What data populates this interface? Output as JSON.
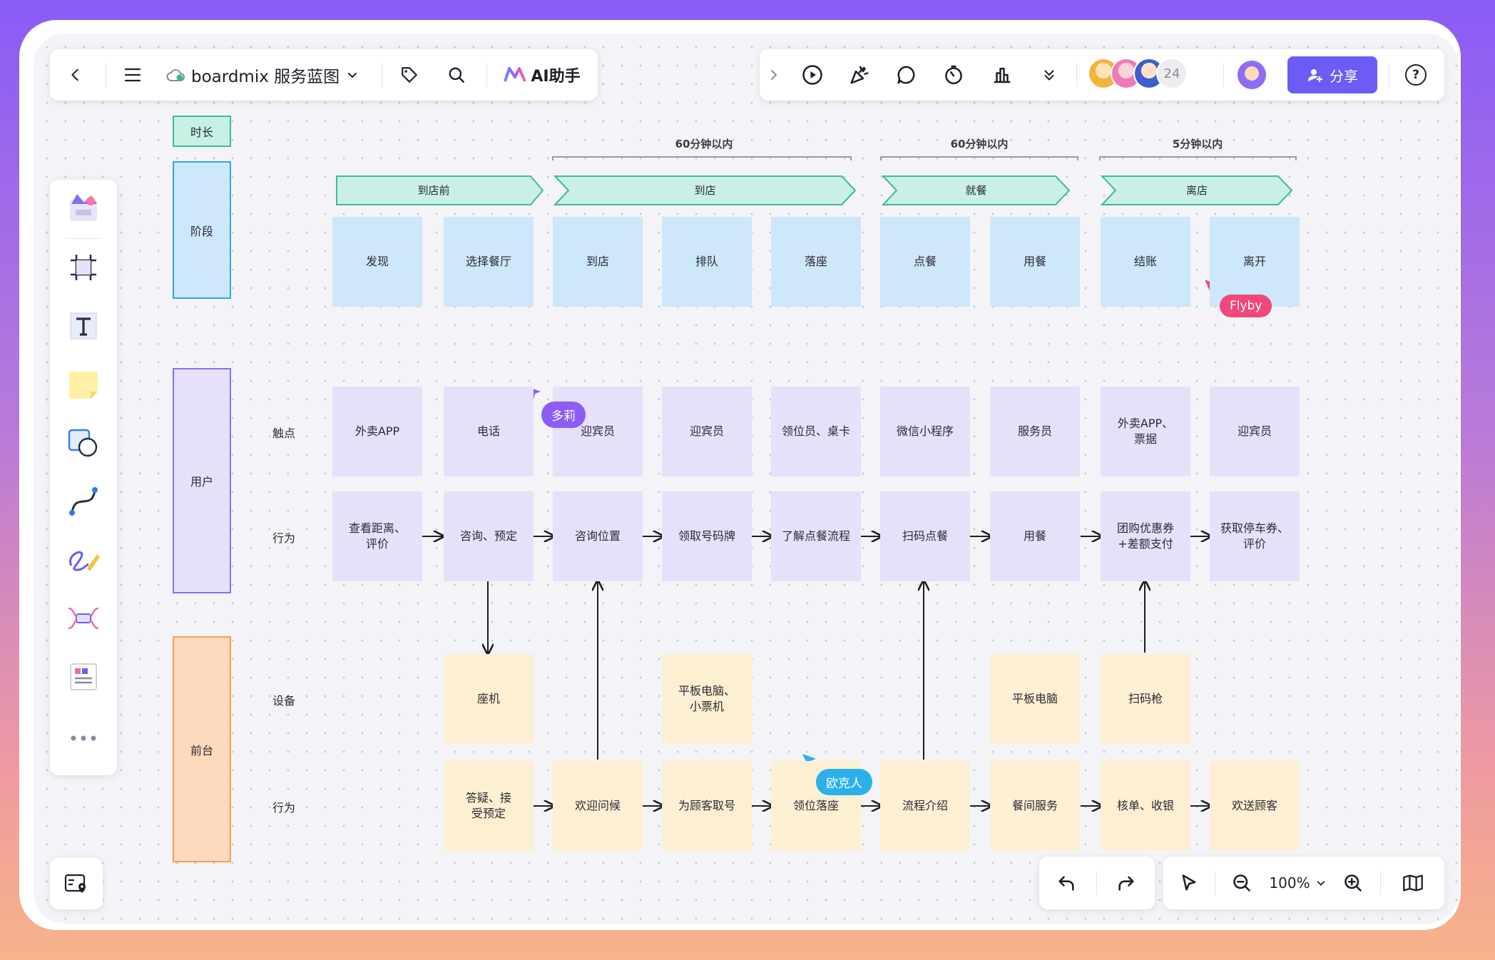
{
  "topbar": {
    "back_icon": "chevron-left-icon",
    "menu_icon": "hamburger-icon",
    "title": "boardmix 服务蓝图",
    "ai_label": "AI助手",
    "collaborator_count": "24",
    "share_label": "分享",
    "help_glyph": "?"
  },
  "lanes": {
    "duration": "时长",
    "stage": "阶段",
    "user": "用户",
    "front": "前台"
  },
  "row_labels": {
    "touchpoint": "触点",
    "user_action": "行为",
    "device": "设备",
    "front_action": "行为"
  },
  "durations": [
    "60分钟以内",
    "60分钟以内",
    "5分钟以内"
  ],
  "phases": [
    "到店前",
    "到店",
    "就餐",
    "离店"
  ],
  "stages": [
    "发现",
    "选择餐厅",
    "到店",
    "排队",
    "落座",
    "点餐",
    "用餐",
    "结账",
    "离开"
  ],
  "touchpoints": [
    "外卖APP",
    "电话",
    "迎宾员",
    "迎宾员",
    "领位员、桌卡",
    "微信小程序",
    "服务员",
    "外卖APP、票据",
    "迎宾员"
  ],
  "user_actions": [
    "查看距离、评价",
    "咨询、预定",
    "咨询位置",
    "领取号码牌",
    "了解点餐流程",
    "扫码点餐",
    "用餐",
    "团购优惠券+差额支付",
    "获取停车券、评价"
  ],
  "devices": [
    "座机",
    "平板电脑、小票机",
    "平板电脑",
    "扫码枪"
  ],
  "front_actions": [
    "答疑、接受预定",
    "欢迎问候",
    "为顾客取号",
    "领位落座",
    "流程介绍",
    "餐间服务",
    "核单、收银",
    "欢送顾客"
  ],
  "cursors": {
    "c1": "Flyby",
    "c2": "多莉",
    "c3": "欧克人"
  },
  "bottombar": {
    "zoom": "100%"
  },
  "colors": {
    "accent": "#6a5cf5",
    "phase_fill": "#c8f0e4",
    "phase_border": "#3fb9a0",
    "stage_fill": "#cde7fb",
    "user_fill": "#e6e0fb",
    "front_fill": "#fdefd2",
    "cursor_flyby": "#f0487a",
    "cursor_duoli": "#8b5cf6",
    "cursor_oke": "#2bb0ec"
  }
}
